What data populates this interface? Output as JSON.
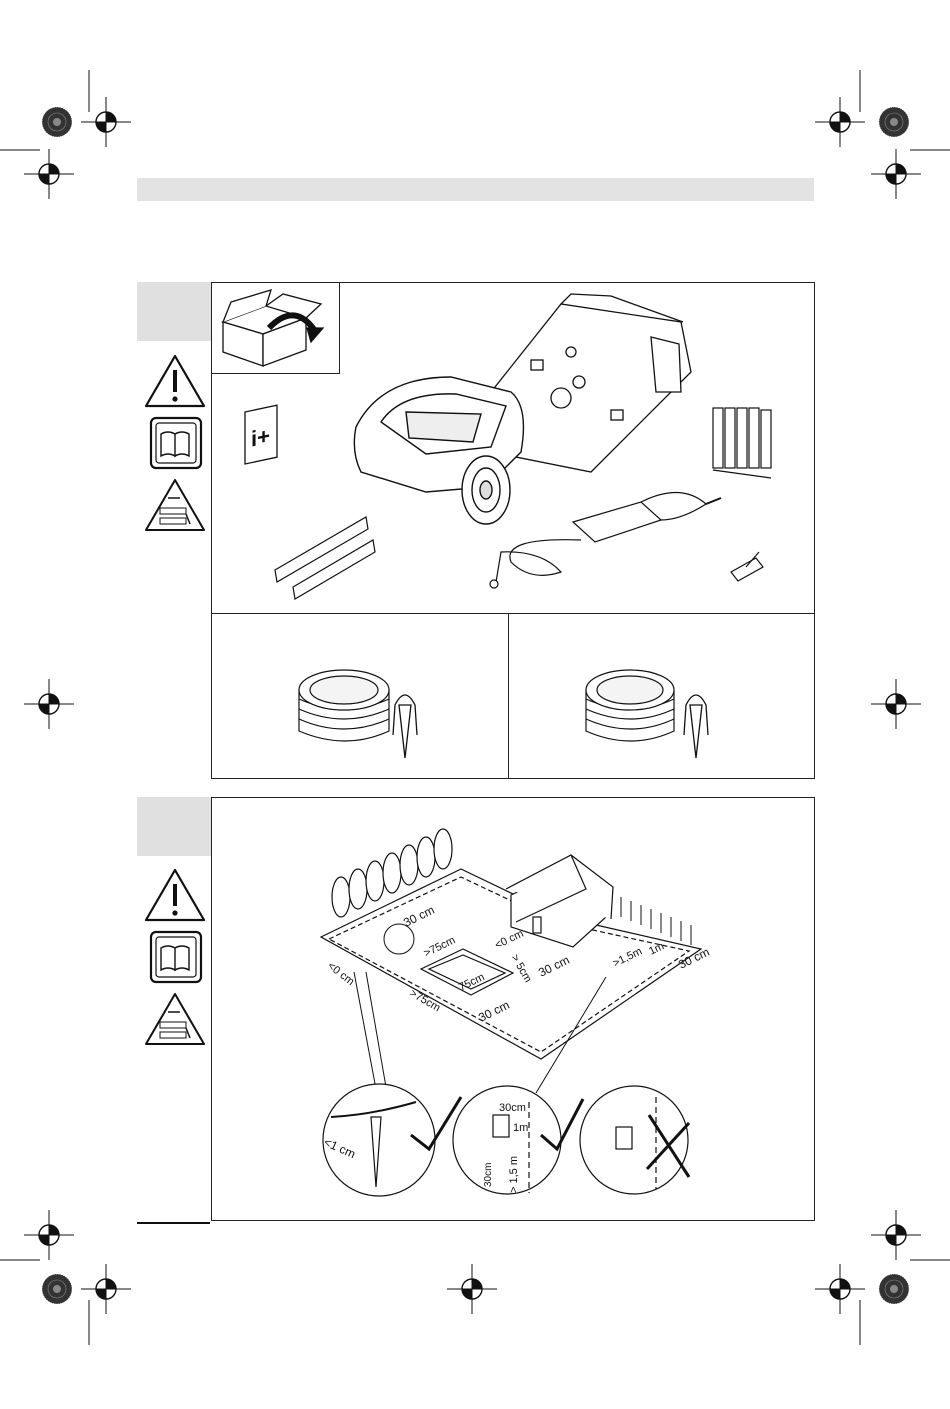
{
  "section_a": {
    "symbols": [
      "warning-triangle",
      "read-manual",
      "safety-instructions"
    ],
    "manual_label": "i+"
  },
  "section_b": {
    "symbols": [
      "warning-triangle",
      "read-manual",
      "safety-instructions"
    ],
    "dimensions": {
      "d1": "30 cm",
      "d2": "<0 cm",
      "d3": ">75cm",
      "d4": "<0 cm",
      "d5": ">75cm",
      "d6": "75cm",
      "d7": "> 5cm",
      "d8": "30 cm",
      "d9": "30 cm",
      "d10": ">1,5m",
      "d11": "1m",
      "d12": "30 cm"
    },
    "details": {
      "d13": "<1 cm",
      "d14": "30cm",
      "d15": "1m",
      "d16": "30cm",
      "d17": "> 1,5 m"
    }
  },
  "colors": {
    "line": "#111111",
    "tab": "#e0e0e0",
    "bar": "#e3e3e3"
  }
}
